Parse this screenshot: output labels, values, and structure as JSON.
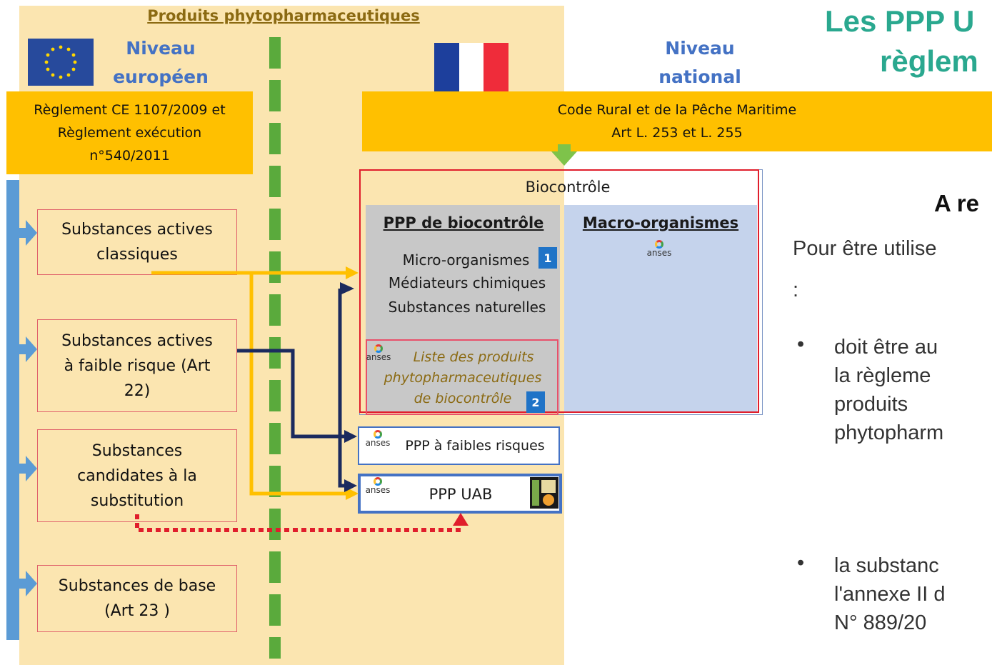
{
  "panel_title": "Produits phytopharmaceutiques",
  "eu": {
    "label_line1": "Niveau",
    "label_line2": "européen"
  },
  "fr": {
    "label_line1": "Niveau",
    "label_line2": "national"
  },
  "right_title": {
    "line1": "Les PPP U",
    "line2": "règlem"
  },
  "eu_regulation": {
    "line1": "Règlement CE 1107/2009 et",
    "line2": "Règlement exécution",
    "line3": "n°540/2011"
  },
  "national_code": {
    "line1": "Code Rural et de la Pêche Maritime",
    "line2": "Art L. 253 et L. 255"
  },
  "substances": [
    {
      "line1": "Substances actives",
      "line2": "classiques",
      "line3": ""
    },
    {
      "line1": "Substances actives",
      "line2": "à faible risque (Art",
      "line3": "22)"
    },
    {
      "line1": "Substances",
      "line2": "candidates à la",
      "line3": "substitution"
    },
    {
      "line1": "Substances de base",
      "line2": "(Art 23 )",
      "line3": ""
    }
  ],
  "biocontrole": {
    "title": "Biocontrôle",
    "ppp_heading": "PPP de biocontrôle",
    "items": [
      "Micro-organismes",
      "Médiateurs chimiques",
      "Substances naturelles"
    ],
    "macro_heading": "Macro-organismes",
    "liste": {
      "line1": "Liste des produits",
      "line2": "phytopharmaceutiques",
      "line3": "de biocontrôle"
    },
    "badge1": "1",
    "badge2": "2"
  },
  "ppp_faibles": "PPP à faibles risques",
  "ppp_uab": "PPP UAB",
  "anses_word": "anses",
  "right_panel": {
    "heading": "A re",
    "intro": "Pour être utilise",
    "colon": ":",
    "bullet1": {
      "line1": "doit être au",
      "line2": "la règleme",
      "line3": "produits",
      "line4": "phytopharm"
    },
    "bullet2": {
      "line1": "la substanc",
      "line2": "l'annexe II d",
      "line3": "N° 889/20"
    }
  },
  "colors": {
    "panel_bg": "#fbe5b0",
    "gold": "#ffc000",
    "eu_blue": "#4472c4",
    "teal": "#2aa88f",
    "green_dashed": "#5aaa3c",
    "arrow_yellow": "#ffc000",
    "arrow_navy": "#1b2a5e",
    "box_blue": "#4472c4",
    "biocontrol_grey": "#c8c8c8",
    "macro_blue": "#c5d3ec"
  }
}
